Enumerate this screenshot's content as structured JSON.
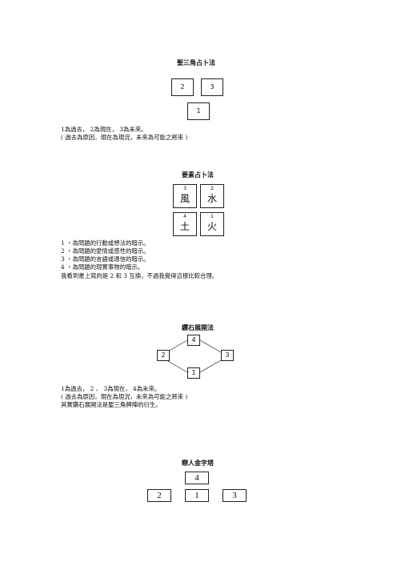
{
  "section1": {
    "title": "聖三角占卜法",
    "cards": [
      "2",
      "3",
      "1"
    ],
    "lines": [
      "1為過去， 2為現在， 3為未來。",
      "( 過去為原因，現在為現況，未來為可能之將來 )"
    ]
  },
  "section2": {
    "title": "要素占卜法",
    "cards": [
      {
        "num": "3",
        "char": "風"
      },
      {
        "num": "2",
        "char": "水"
      },
      {
        "num": "4",
        "char": "土"
      },
      {
        "num": "1",
        "char": "火"
      }
    ],
    "lines": [
      "1 ‧為問題的行動或想法的暗示。",
      "2 ‧為問題的愛情或感性的暗示。",
      "3 ‧為問題的言語或通信的暗示。",
      "4 ‧為問題的現實事物的暗示。",
      "我看到書上寫的是 2 和 3 互換，不過我覺得這樣比較合理。"
    ]
  },
  "section3": {
    "title": "鑽石展開法",
    "cards": [
      "4",
      "2",
      "3",
      "1"
    ],
    "lines": [
      "1為過去， 2 、 3為現在， 4為未來。",
      "( 過去為原因，現在為現況，未來為可能之將來 )",
      "其實鑽石展開法是聖三角牌陣的衍生。"
    ]
  },
  "section4": {
    "title": "戀人金字塔",
    "cards": [
      "4",
      "2",
      "1",
      "3"
    ]
  }
}
